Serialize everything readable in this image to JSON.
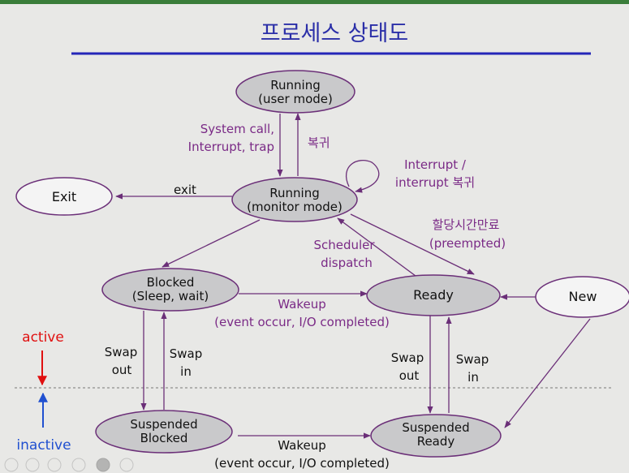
{
  "title": "프로세스 상태도",
  "colors": {
    "title": "#2b2fa8",
    "rule": "#2426b8",
    "arrow": "#6b2f78",
    "label": "#7a2a86",
    "active": "#e01010",
    "inactive": "#2050d0",
    "node_gray": "#c9c9cb",
    "node_white": "#f4f4f4"
  },
  "nodes": {
    "running_user": [
      "Running",
      "(user mode)"
    ],
    "running_monitor": [
      "Running",
      "(monitor mode)"
    ],
    "exit": [
      "Exit"
    ],
    "blocked": [
      "Blocked",
      "(Sleep, wait)"
    ],
    "ready": [
      "Ready"
    ],
    "new": [
      "New"
    ],
    "suspended_blocked": [
      "Suspended",
      "Blocked"
    ],
    "suspended_ready": [
      "Suspended",
      "Ready"
    ]
  },
  "labels": {
    "system_call": [
      "System call,",
      "Interrupt, trap"
    ],
    "return": "복귀",
    "interrupt": [
      "Interrupt /",
      "interrupt 복귀"
    ],
    "exit": "exit",
    "preempted": [
      "할당시간만료",
      "(preempted)"
    ],
    "scheduler": [
      "Scheduler",
      "dispatch"
    ],
    "wakeup_top": [
      "Wakeup",
      "(event occur, I/O completed)"
    ],
    "wakeup_bottom": [
      "Wakeup",
      "(event occur, I/O completed)"
    ],
    "swap_out_left": [
      "Swap",
      "out"
    ],
    "swap_in_left": [
      "Swap",
      "in"
    ],
    "swap_out_right": [
      "Swap",
      "out"
    ],
    "swap_in_right": [
      "Swap",
      "in"
    ]
  },
  "side": {
    "active": "active",
    "inactive": "inactive"
  }
}
